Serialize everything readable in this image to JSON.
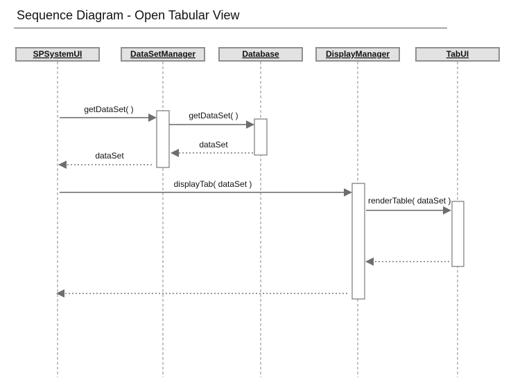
{
  "title": "Sequence Diagram - Open Tabular View",
  "colors": {
    "box_fill": "#e2e2e2",
    "box_stroke": "#8e8e8e",
    "line": "#666666"
  },
  "objects": [
    {
      "id": "spsystemui",
      "label": "SPSystemUI"
    },
    {
      "id": "datasetmanager",
      "label": "DataSetManager"
    },
    {
      "id": "database",
      "label": "Database"
    },
    {
      "id": "displaymanager",
      "label": "DisplayManager"
    },
    {
      "id": "tabui",
      "label": "TabUI"
    }
  ],
  "messages": [
    {
      "from": "SPSystemUI",
      "to": "DataSetManager",
      "kind": "call",
      "label": "getDataSet( )"
    },
    {
      "from": "DataSetManager",
      "to": "Database",
      "kind": "call",
      "label": "getDataSet( )"
    },
    {
      "from": "Database",
      "to": "DataSetManager",
      "kind": "return",
      "label": "dataSet"
    },
    {
      "from": "DataSetManager",
      "to": "SPSystemUI",
      "kind": "return",
      "label": "dataSet"
    },
    {
      "from": "SPSystemUI",
      "to": "DisplayManager",
      "kind": "call",
      "label": "displayTab( dataSet )"
    },
    {
      "from": "DisplayManager",
      "to": "TabUI",
      "kind": "call",
      "label": "renderTable( dataSet )"
    },
    {
      "from": "TabUI",
      "to": "DisplayManager",
      "kind": "return",
      "label": ""
    },
    {
      "from": "DisplayManager",
      "to": "SPSystemUI",
      "kind": "return",
      "label": ""
    }
  ]
}
